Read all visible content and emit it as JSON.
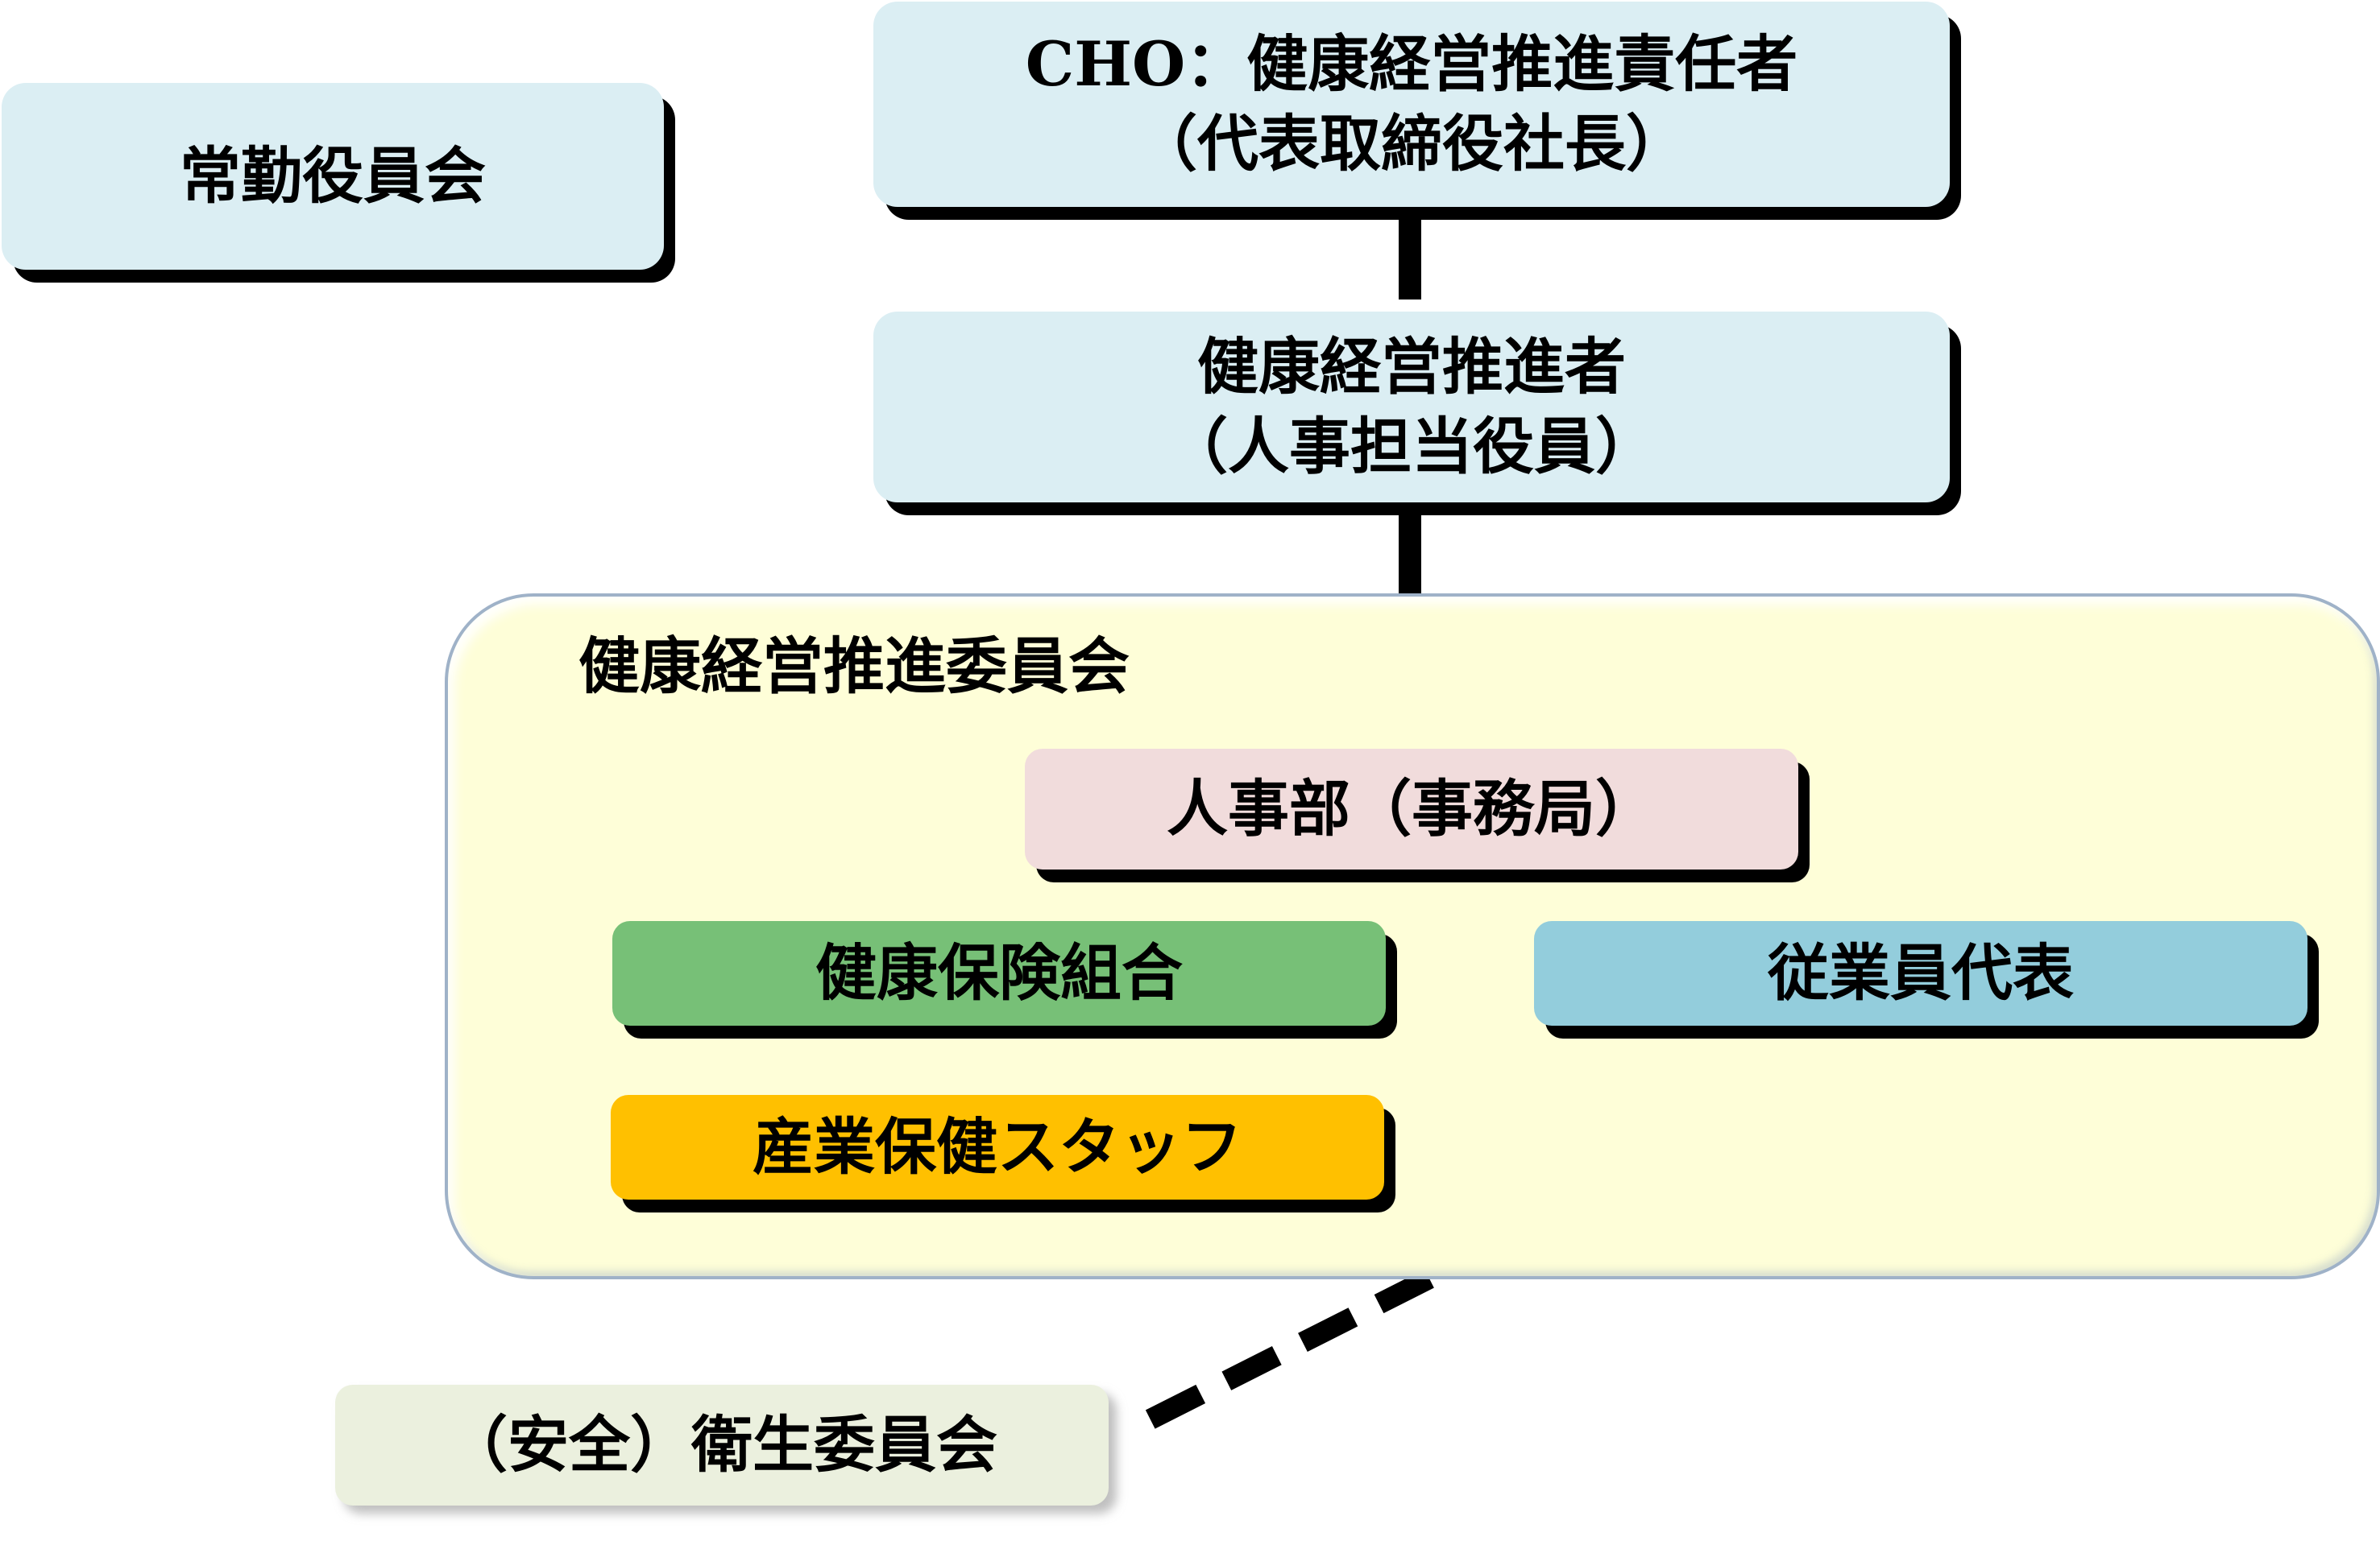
{
  "nodes": {
    "executive_board": {
      "label": "常勤役員会",
      "color": "#dbeef3"
    },
    "cho": {
      "line1": "CHO：健康経営推進責任者",
      "line2": "（代表取締役社長）",
      "color": "#dbeef3"
    },
    "promoter": {
      "line1": "健康経営推進者",
      "line2": "（人事担当役員）",
      "color": "#dbeef3"
    },
    "committee": {
      "title": "健康経営推進委員会",
      "color": "#fefed8"
    },
    "hr": {
      "label": "人事部（事務局）",
      "color": "#f1dcdc"
    },
    "health_insurance": {
      "label": "健康保険組合",
      "color": "#77c077"
    },
    "employee_rep": {
      "label": "従業員代表",
      "color": "#93cddc"
    },
    "occupational_health": {
      "label": "産業保健スタッフ",
      "color": "#ffc000"
    },
    "safety_health_committee": {
      "label": "（安全）衛生委員会",
      "color": "#ebf0de"
    }
  }
}
